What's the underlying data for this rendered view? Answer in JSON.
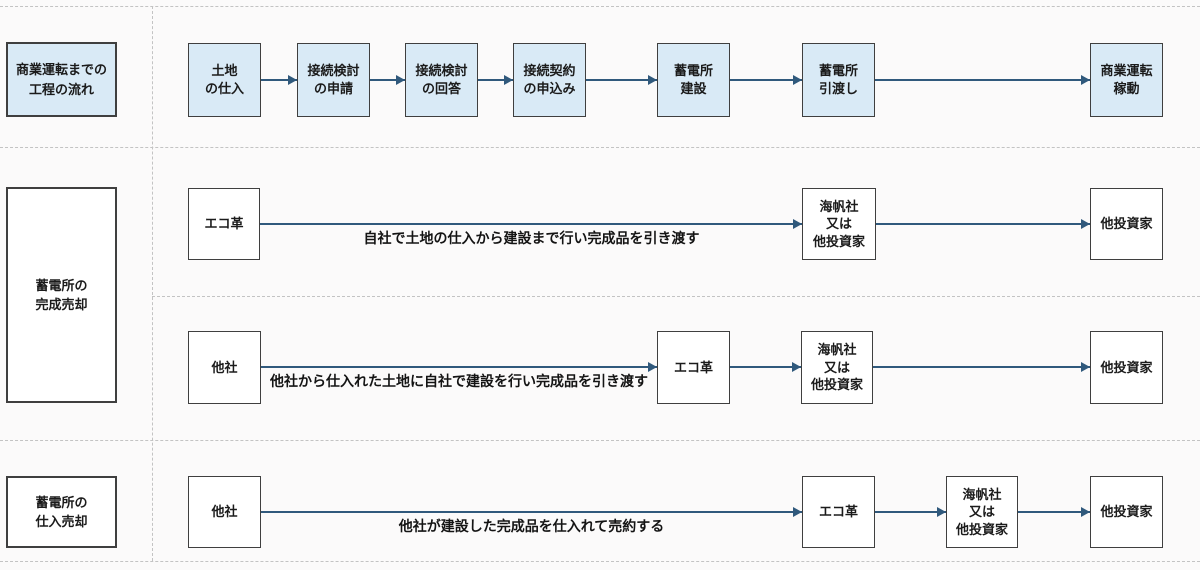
{
  "diagram": {
    "section1": {
      "label": "商業運転までの\n工程の流れ",
      "steps": [
        "土地\nの仕入",
        "接続検討\nの申請",
        "接続検討\nの回答",
        "接続契約\nの申込み",
        "蓄電所\n建設",
        "蓄電所\n引渡し",
        "商業運転\n稼動"
      ]
    },
    "section2": {
      "label": "蓄電所の\n完成売却",
      "row1": {
        "node_eco": "エコ革",
        "node_kaihan": "海帆社\n又は\n他投資家",
        "node_investor": "他投資家",
        "arrow_label": "自社で土地の仕入から建設まで行い完成品を引き渡す"
      },
      "row2": {
        "node_other": "他社",
        "node_eco": "エコ革",
        "node_kaihan": "海帆社\n又は\n他投資家",
        "node_investor": "他投資家",
        "arrow_label": "他社から仕入れた土地に自社で建設を行い完成品を引き渡す"
      }
    },
    "section3": {
      "label": "蓄電所の\n仕入売却",
      "row": {
        "node_other": "他社",
        "node_eco": "エコ革",
        "node_kaihan": "海帆社\n又は\n他投資家",
        "node_investor": "他投資家",
        "arrow_label": "他社が建設した完成品を仕入れて売約する"
      }
    },
    "colors": {
      "node_fill_blue": "#d9eaf6",
      "node_border": "#3f3f3f",
      "arrow": "#30597c",
      "separator": "#c3c3c3",
      "background": "#fbfafa"
    }
  }
}
